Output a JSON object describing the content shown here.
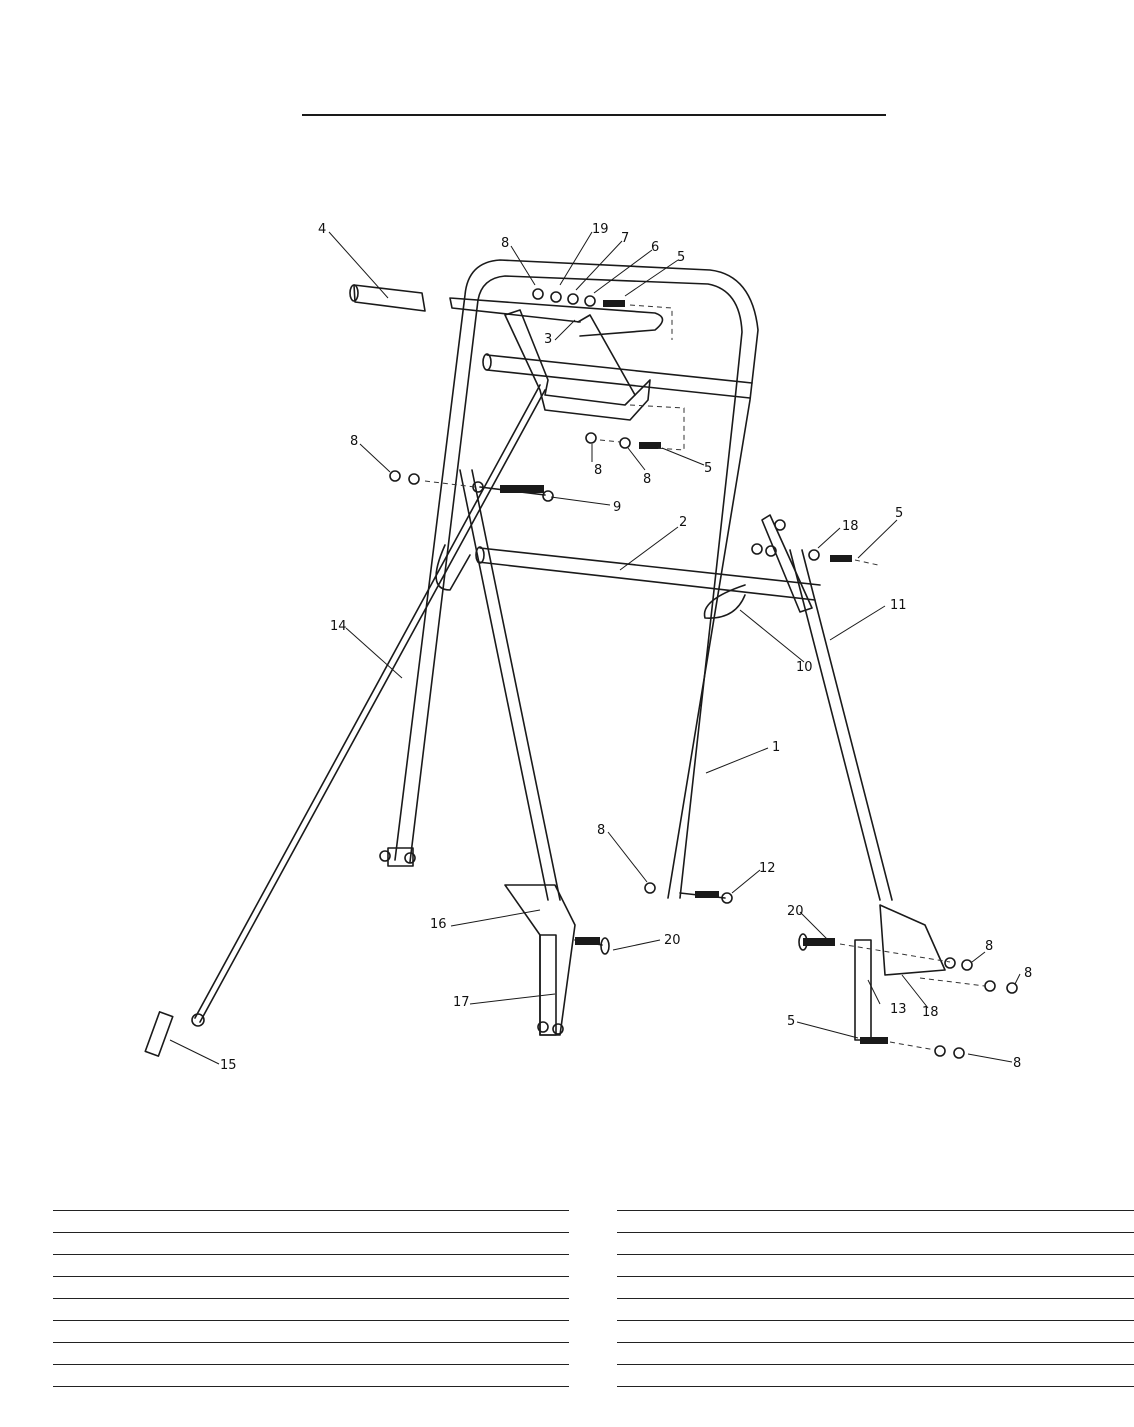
{
  "diagram": {
    "callouts": [
      {
        "id": "c4a",
        "label": "4"
      },
      {
        "id": "c8a",
        "label": "8"
      },
      {
        "id": "c19",
        "label": "19"
      },
      {
        "id": "c7",
        "label": "7"
      },
      {
        "id": "c6",
        "label": "6"
      },
      {
        "id": "c5a",
        "label": "5"
      },
      {
        "id": "c3",
        "label": "3"
      },
      {
        "id": "c8b",
        "label": "8"
      },
      {
        "id": "c8c",
        "label": "8"
      },
      {
        "id": "c8d",
        "label": "8"
      },
      {
        "id": "c5b",
        "label": "5"
      },
      {
        "id": "c9",
        "label": "9"
      },
      {
        "id": "c2",
        "label": "2"
      },
      {
        "id": "c18a",
        "label": "18"
      },
      {
        "id": "c5c",
        "label": "5"
      },
      {
        "id": "c11",
        "label": "11"
      },
      {
        "id": "c14",
        "label": "14"
      },
      {
        "id": "c10",
        "label": "10"
      },
      {
        "id": "c1",
        "label": "1"
      },
      {
        "id": "c8e",
        "label": "8"
      },
      {
        "id": "c12",
        "label": "12"
      },
      {
        "id": "c20a",
        "label": "20"
      },
      {
        "id": "c16",
        "label": "16"
      },
      {
        "id": "c20b",
        "label": "20"
      },
      {
        "id": "c8f",
        "label": "8"
      },
      {
        "id": "c8g",
        "label": "8"
      },
      {
        "id": "c17",
        "label": "17"
      },
      {
        "id": "c13",
        "label": "13"
      },
      {
        "id": "c18b",
        "label": "18"
      },
      {
        "id": "c5d",
        "label": "5"
      },
      {
        "id": "c15",
        "label": "15"
      },
      {
        "id": "c8h",
        "label": "8"
      }
    ]
  },
  "parts_table": {
    "left_rows": 9,
    "right_rows": 9
  }
}
